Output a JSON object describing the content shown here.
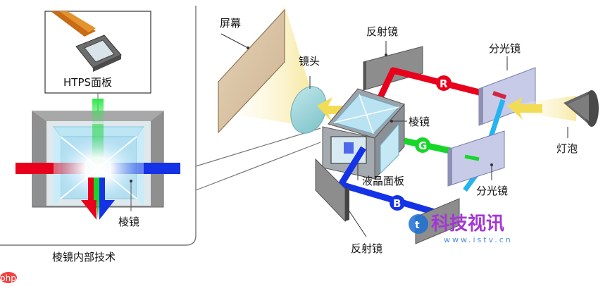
{
  "labels": {
    "htps_panel": "HTPS面板",
    "prism_left": "棱镜",
    "prism_tech": "棱镜内部技术",
    "screen": "屏幕",
    "lens": "镜头",
    "prism_right": "棱镜",
    "lcd_panel": "液晶面板",
    "mirror_top": "反射镜",
    "mirror_bottom": "反射镜",
    "splitter_top": "分光镜",
    "splitter_mid": "分光镜",
    "bulb": "灯泡",
    "beam_r": "R",
    "beam_g": "G",
    "beam_b": "B"
  },
  "watermarks": {
    "php": "php中文网",
    "site_cn": "科技视讯",
    "site_url": "www.istv.cn"
  },
  "colors": {
    "red": "#e8001c",
    "green": "#17d62a",
    "blue": "#1432e6",
    "cyan": "#25b4f0",
    "glass": "#a9d9ee",
    "panel_gray": "#8c8c8c",
    "light_yellow": "#f7ecb0"
  }
}
